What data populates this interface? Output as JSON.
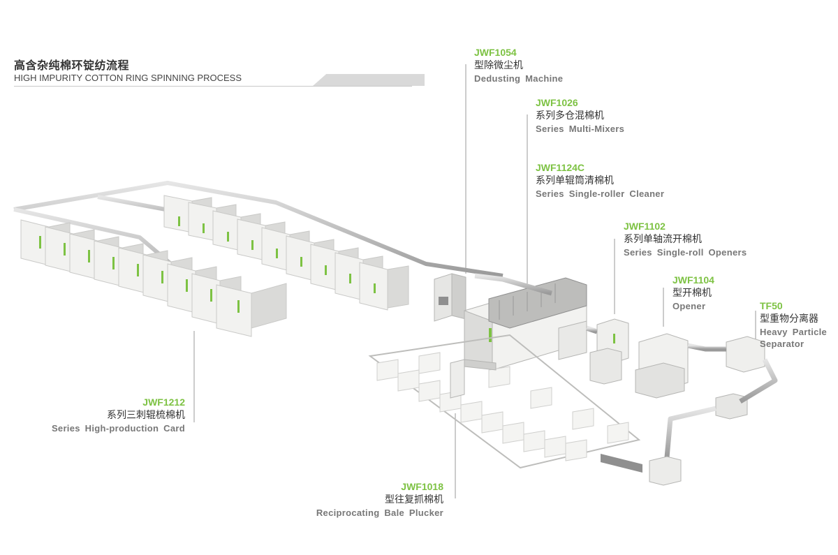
{
  "title": {
    "cn": "高含杂纯棉环锭纺流程",
    "en": "HIGH IMPURITY COTTON RING SPINNING PROCESS"
  },
  "machines": [
    {
      "id": "jwf1054",
      "model": "JWF1054",
      "cn": "型除微尘机",
      "en": "Dedusting Machine"
    },
    {
      "id": "jwf1026",
      "model": "JWF1026",
      "cn": "系列多仓混棉机",
      "en": "Series Multi-Mixers"
    },
    {
      "id": "jwf1124c",
      "model": "JWF1124C",
      "cn": "系列单辊筒清棉机",
      "en": "Series Single-roller Cleaner"
    },
    {
      "id": "jwf1102",
      "model": "JWF1102",
      "cn": "系列单轴流开棉机",
      "en": "Series Single-roll Openers"
    },
    {
      "id": "jwf1104",
      "model": "JWF1104",
      "cn": "型开棉机",
      "en": "Opener"
    },
    {
      "id": "tf50",
      "model": "TF50",
      "cn": "型重物分离器",
      "en_line1": "Heavy Particle",
      "en_line2": "Separator"
    },
    {
      "id": "jwf1212",
      "model": "JWF1212",
      "cn": "系列三刺辊梳棉机",
      "en": "Series High-production Card"
    },
    {
      "id": "jwf1018",
      "model": "JWF1018",
      "cn": "型往复抓棉机",
      "en": "Reciprocating Bale Plucker"
    }
  ],
  "colors": {
    "accent": "#7dc243",
    "machine_body": "#f2f2f0",
    "machine_shade": "#d4d4d2",
    "machine_dark": "#8f8f8f"
  }
}
